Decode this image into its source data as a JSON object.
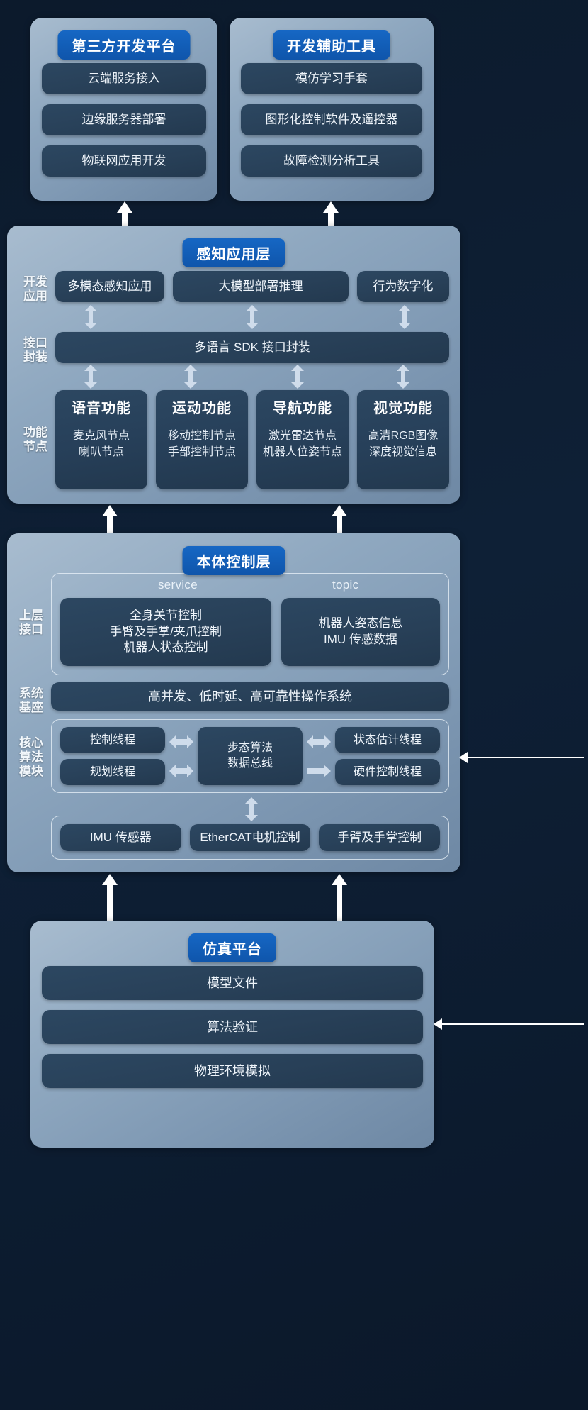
{
  "meta": {
    "accent": "#1667c4",
    "panel_light": "#8fa8c0",
    "box_dark": "#2a4259"
  },
  "third_party_platform": {
    "title": "第三方开发平台",
    "items": [
      "云端服务接入",
      "边缘服务器部署",
      "物联网应用开发"
    ]
  },
  "dev_tools": {
    "title": "开发辅助工具",
    "items": [
      "模仿学习手套",
      "图形化控制软件及遥控器",
      "故障检测分析工具"
    ]
  },
  "perception_layer": {
    "title": "感知应用层",
    "rows": {
      "dev_apps_label": "开发\n应用",
      "interface_label": "接口\n封装",
      "function_nodes_label": "功能\n节点"
    },
    "dev_apps": [
      "多模态感知应用",
      "大模型部署推理",
      "行为数字化"
    ],
    "sdk": "多语言 SDK 接口封装",
    "function_nodes": [
      {
        "title": "语音功能",
        "subs": [
          "麦克风节点",
          "喇叭节点"
        ]
      },
      {
        "title": "运动功能",
        "subs": [
          "移动控制节点",
          "手部控制节点"
        ]
      },
      {
        "title": "导航功能",
        "subs": [
          "激光雷达节点",
          "机器人位姿节点"
        ]
      },
      {
        "title": "视觉功能",
        "subs": [
          "高清RGB图像",
          "深度视觉信息"
        ]
      }
    ]
  },
  "body_control_layer": {
    "title": "本体控制层",
    "rows": {
      "upper_interface_label": "上层\n接口",
      "system_base_label": "系统\n基座",
      "core_algo_label": "核心\n算法\n模块"
    },
    "channels": {
      "service": "service",
      "topic": "topic"
    },
    "service_items": [
      "全身关节控制",
      "手臂及手掌/夹爪控制",
      "机器人状态控制"
    ],
    "topic_items": [
      "机器人姿态信息",
      "IMU 传感数据"
    ],
    "system_base": "高并发、低时延、高可靠性操作系统",
    "core_modules": {
      "left": [
        "控制线程",
        "规划线程"
      ],
      "bus": [
        "步态算法",
        "数据总线"
      ],
      "right": [
        "状态估计线程",
        "硬件控制线程"
      ]
    },
    "hardware": [
      "IMU 传感器",
      "EtherCAT电机控制",
      "手臂及手掌控制"
    ]
  },
  "simulation_platform": {
    "title": "仿真平台",
    "items": [
      "模型文件",
      "算法验证",
      "物理环境模拟"
    ]
  }
}
